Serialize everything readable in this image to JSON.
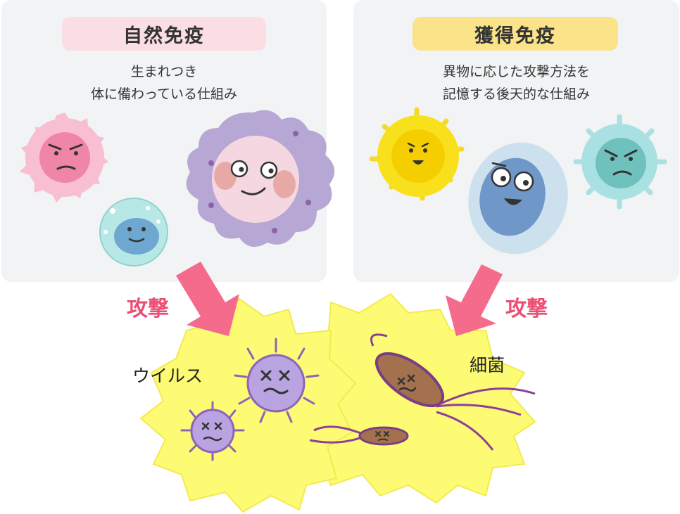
{
  "innate": {
    "title": "自然免疫",
    "desc_line1": "生まれつき",
    "desc_line2": "体に備わっている仕組み"
  },
  "acquired": {
    "title": "獲得免疫",
    "desc_line1": "異物に応じた攻撃方法を",
    "desc_line2": "記憶する後天的な仕組み"
  },
  "attack_label": "攻撃",
  "virus_label": "ウイルス",
  "bacteria_label": "細菌",
  "colors": {
    "panel_bg": "#f1f3f4",
    "innate_pill": "#fbdde4",
    "acquired_pill": "#fbe38a",
    "attack_arrow": "#f46b8c",
    "attack_text": "#ec4d73",
    "burst": "#fcfb73",
    "virus": "#a78bd6",
    "bacteria": "#a3714d"
  }
}
